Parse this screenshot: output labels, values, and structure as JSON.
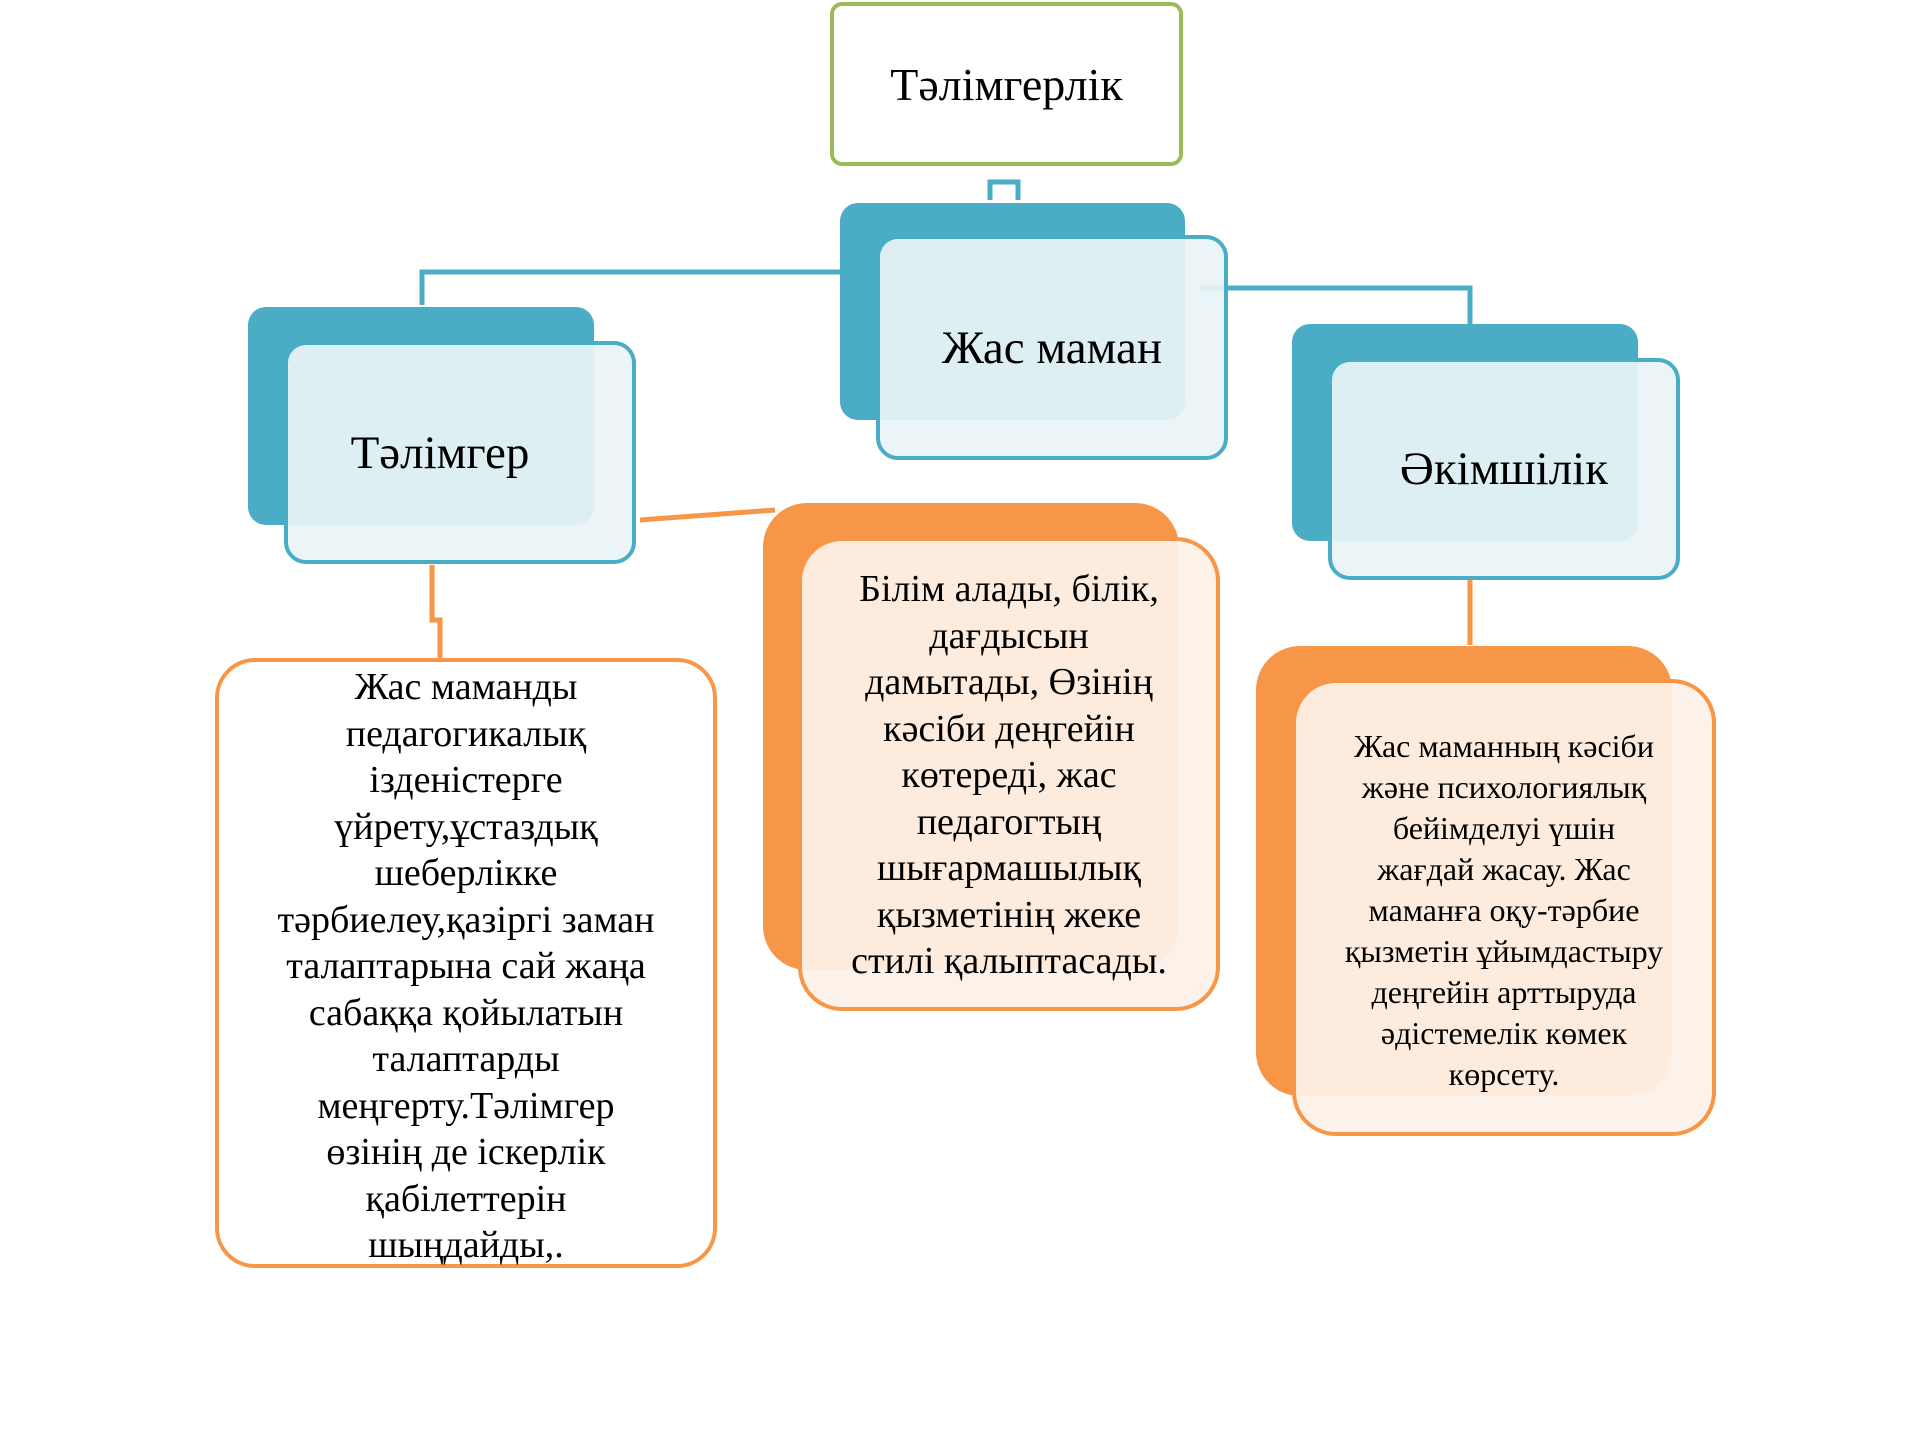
{
  "root": {
    "label": "Тәлімгерлік"
  },
  "nodes": {
    "talimger": {
      "label": "Тәлімгер"
    },
    "zhas_maman": {
      "label": "Жас маман"
    },
    "akimshilik": {
      "label": "Әкімшілік"
    }
  },
  "descriptions": {
    "talimger": "Жас маманды\nпедагогикалық\nізденістерге\nүйрету,ұстаздық\nшеберлікке\nтәрбиелеу,қазіргі заман\nталаптарына сай жаңа\nсабаққа қойылатын\nталаптарды\nмеңгерту.Тәлімгер\nөзінің де іскерлік\nқабілеттерін\nшыңдайды,.",
    "zhas_maman": "Білім алады, білік,\nдағдысын\nдамытады, Өзінің\nкәсіби деңгейін\nкөтереді, жас\nпедагогтың\nшығармашылық\nқызметінің жеке\nстилі қалыптасады.",
    "akimshilik": "Жас маманның кәсіби\nжәне психологиялық\nбейімделуі үшін\nжағдай  жасау. Жас\nмаманға оқу-тәрбие\nқызметін ұйымдастыру\nдеңгейін арттыруда\nәдістемелік көмек\nкөрсету."
  },
  "colors": {
    "root_border": "#9bbb59",
    "teal": "#4bacc6",
    "orange": "#f79646"
  }
}
